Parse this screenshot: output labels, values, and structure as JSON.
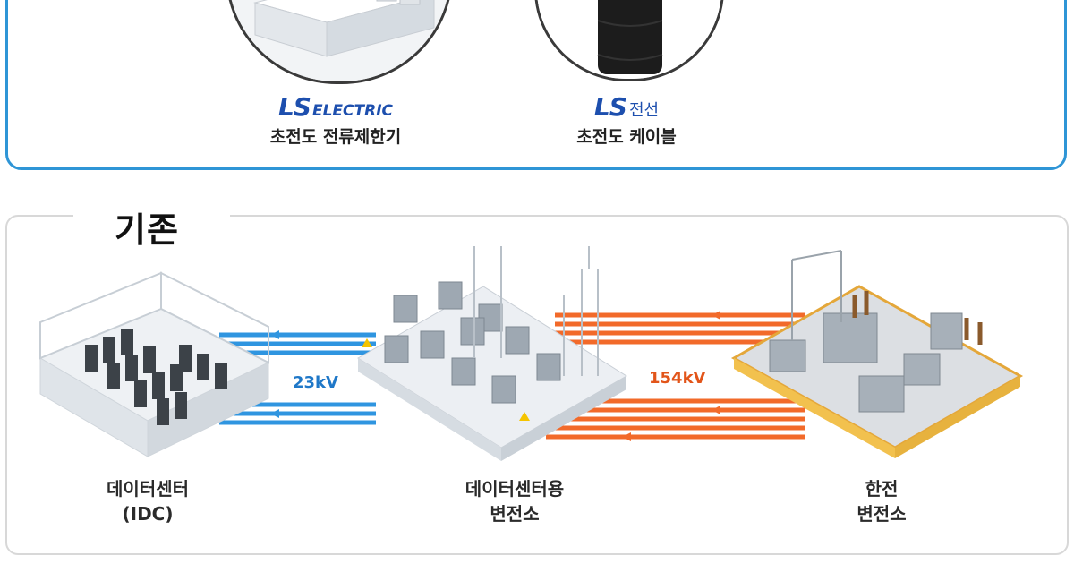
{
  "products": [
    {
      "brand_mark": "LS",
      "brand_suffix": "ELECTRIC",
      "brand_suffix_kr": "",
      "label": "초전도 전류제한기",
      "icon": "current-limiter-image"
    },
    {
      "brand_mark": "LS",
      "brand_suffix": "",
      "brand_suffix_kr": "전선",
      "label": "초전도 케이블",
      "icon": "cable-image"
    }
  ],
  "section": {
    "title": "기존"
  },
  "diagram": {
    "nodes": [
      {
        "id": "idc",
        "label_line1": "데이터센터",
        "label_line2": "(IDC)"
      },
      {
        "id": "dc-substation",
        "label_line1": "데이터센터용",
        "label_line2": "변전소"
      },
      {
        "id": "kepco-substation",
        "label_line1": "한전",
        "label_line2": "변전소"
      }
    ],
    "links": [
      {
        "from": "dc-substation",
        "to": "idc",
        "voltage": "23kV",
        "color": "#2f95e0"
      },
      {
        "from": "kepco-substation",
        "to": "dc-substation",
        "voltage": "154kV",
        "color": "#f26a2a"
      }
    ]
  },
  "colors": {
    "accent_blue": "#2f95d6",
    "brand_blue": "#1d4fae",
    "power_orange": "#f26a2a",
    "power_blue": "#2f95e0"
  }
}
